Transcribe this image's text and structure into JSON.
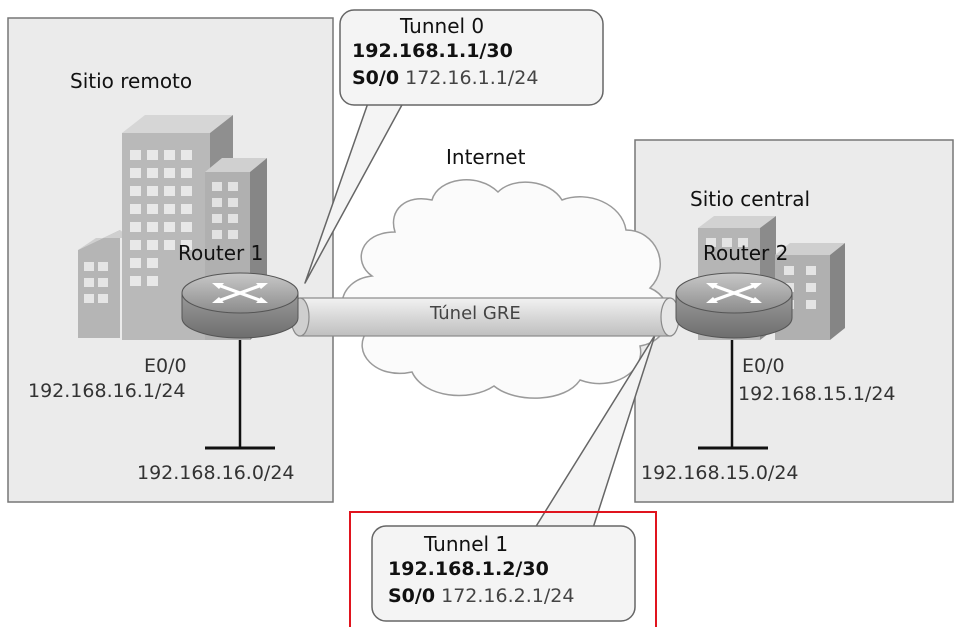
{
  "colors": {
    "site_fill": "#ebebeb",
    "callout_fill": "#f4f4f4",
    "highlight_border": "#e0141e",
    "router_body": "#9a9a9a",
    "cloud_fill": "#fbfbfb"
  },
  "remote_site": {
    "title": "Sitio remoto",
    "router_label": "Router 1",
    "interface": "E0/0",
    "interface_ip": "192.168.16.1/24",
    "network": "192.168.16.0/24"
  },
  "central_site": {
    "title": "Sitio central",
    "router_label": "Router 2",
    "interface": "E0/0",
    "interface_ip": "192.168.15.1/24",
    "network": "192.168.15.0/24"
  },
  "internet_label": "Internet",
  "tunnel_label": "Túnel GRE",
  "callout_tunnel0": {
    "title": "Tunnel 0",
    "tunnel_ip": "192.168.1.1/30",
    "serial_iface": "S0/0",
    "serial_ip": "172.16.1.1/24"
  },
  "callout_tunnel1": {
    "title": "Tunnel 1",
    "tunnel_ip": "192.168.1.2/30",
    "serial_iface": "S0/0",
    "serial_ip": "172.16.2.1/24"
  },
  "icons": [
    "building-icon",
    "router-icon",
    "cloud-icon",
    "tunnel-pipe-icon"
  ]
}
